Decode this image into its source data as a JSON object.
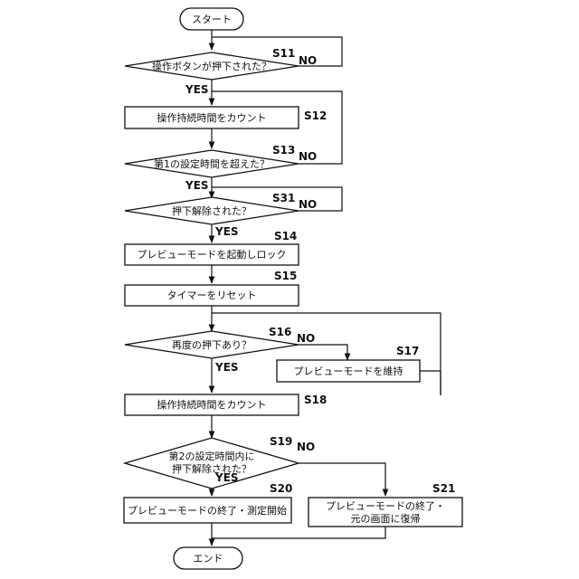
{
  "flowchart": {
    "start": "スタート",
    "end": "エンド",
    "yes": "YES",
    "no": "NO",
    "nodes": [
      {
        "id": "s11",
        "step": "S11",
        "lines": [
          "操作ボタンが押下された？"
        ]
      },
      {
        "id": "s12",
        "step": "S12",
        "lines": [
          "操作持続時間をカウント"
        ]
      },
      {
        "id": "s13",
        "step": "S13",
        "lines": [
          "第1の設定時間を超えた？"
        ]
      },
      {
        "id": "s31",
        "step": "S31",
        "lines": [
          "押下解除された？"
        ]
      },
      {
        "id": "s14",
        "step": "S14",
        "lines": [
          "プレビューモードを起動しロック"
        ]
      },
      {
        "id": "s15",
        "step": "S15",
        "lines": [
          "タイマーをリセット"
        ]
      },
      {
        "id": "s16",
        "step": "S16",
        "lines": [
          "再度の押下あり？"
        ]
      },
      {
        "id": "s17",
        "step": "S17",
        "lines": [
          "プレビューモードを維持"
        ]
      },
      {
        "id": "s18",
        "step": "S18",
        "lines": [
          "操作持続時間をカウント"
        ]
      },
      {
        "id": "s19",
        "step": "S19",
        "lines": [
          "第2の設定時間内に",
          "押下解除された？"
        ]
      },
      {
        "id": "s20",
        "step": "S20",
        "lines": [
          "プレビューモードの終了・測定開始"
        ]
      },
      {
        "id": "s21",
        "step": "S21",
        "lines": [
          "プレビューモードの終了・",
          "元の画面に復帰"
        ]
      }
    ]
  }
}
